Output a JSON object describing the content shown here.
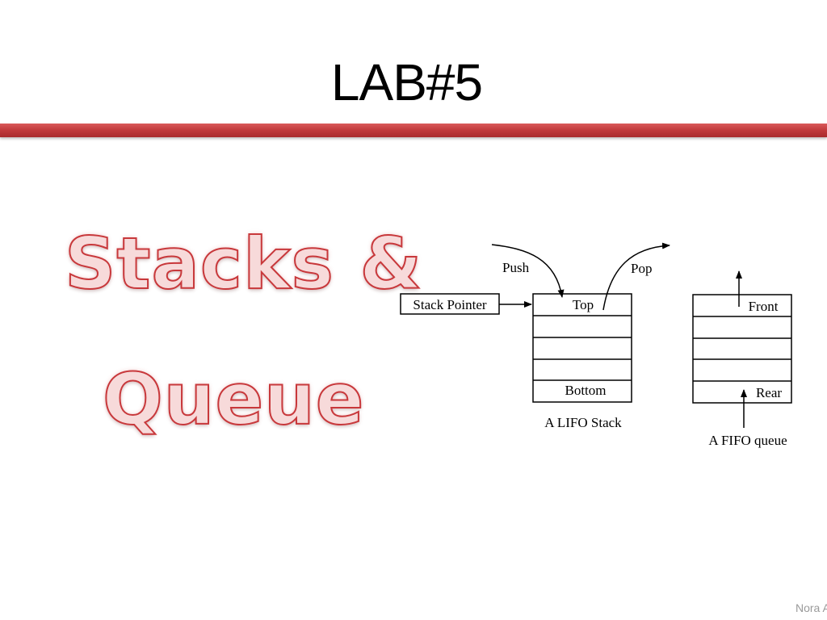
{
  "slide": {
    "title": "LAB#5",
    "accent_color": "#c0393b",
    "headline_line_1": "Stacks &",
    "headline_line_2": "Queue",
    "footer_text": "Nora A"
  },
  "diagram": {
    "stack": {
      "pointer_label": "Stack Pointer",
      "push_label": "Push",
      "pop_label": "Pop",
      "top_label": "Top",
      "bottom_label": "Bottom",
      "caption": "A LIFO Stack"
    },
    "queue": {
      "front_label": "Front",
      "rear_label": "Rear",
      "caption": "A FIFO queue"
    }
  }
}
